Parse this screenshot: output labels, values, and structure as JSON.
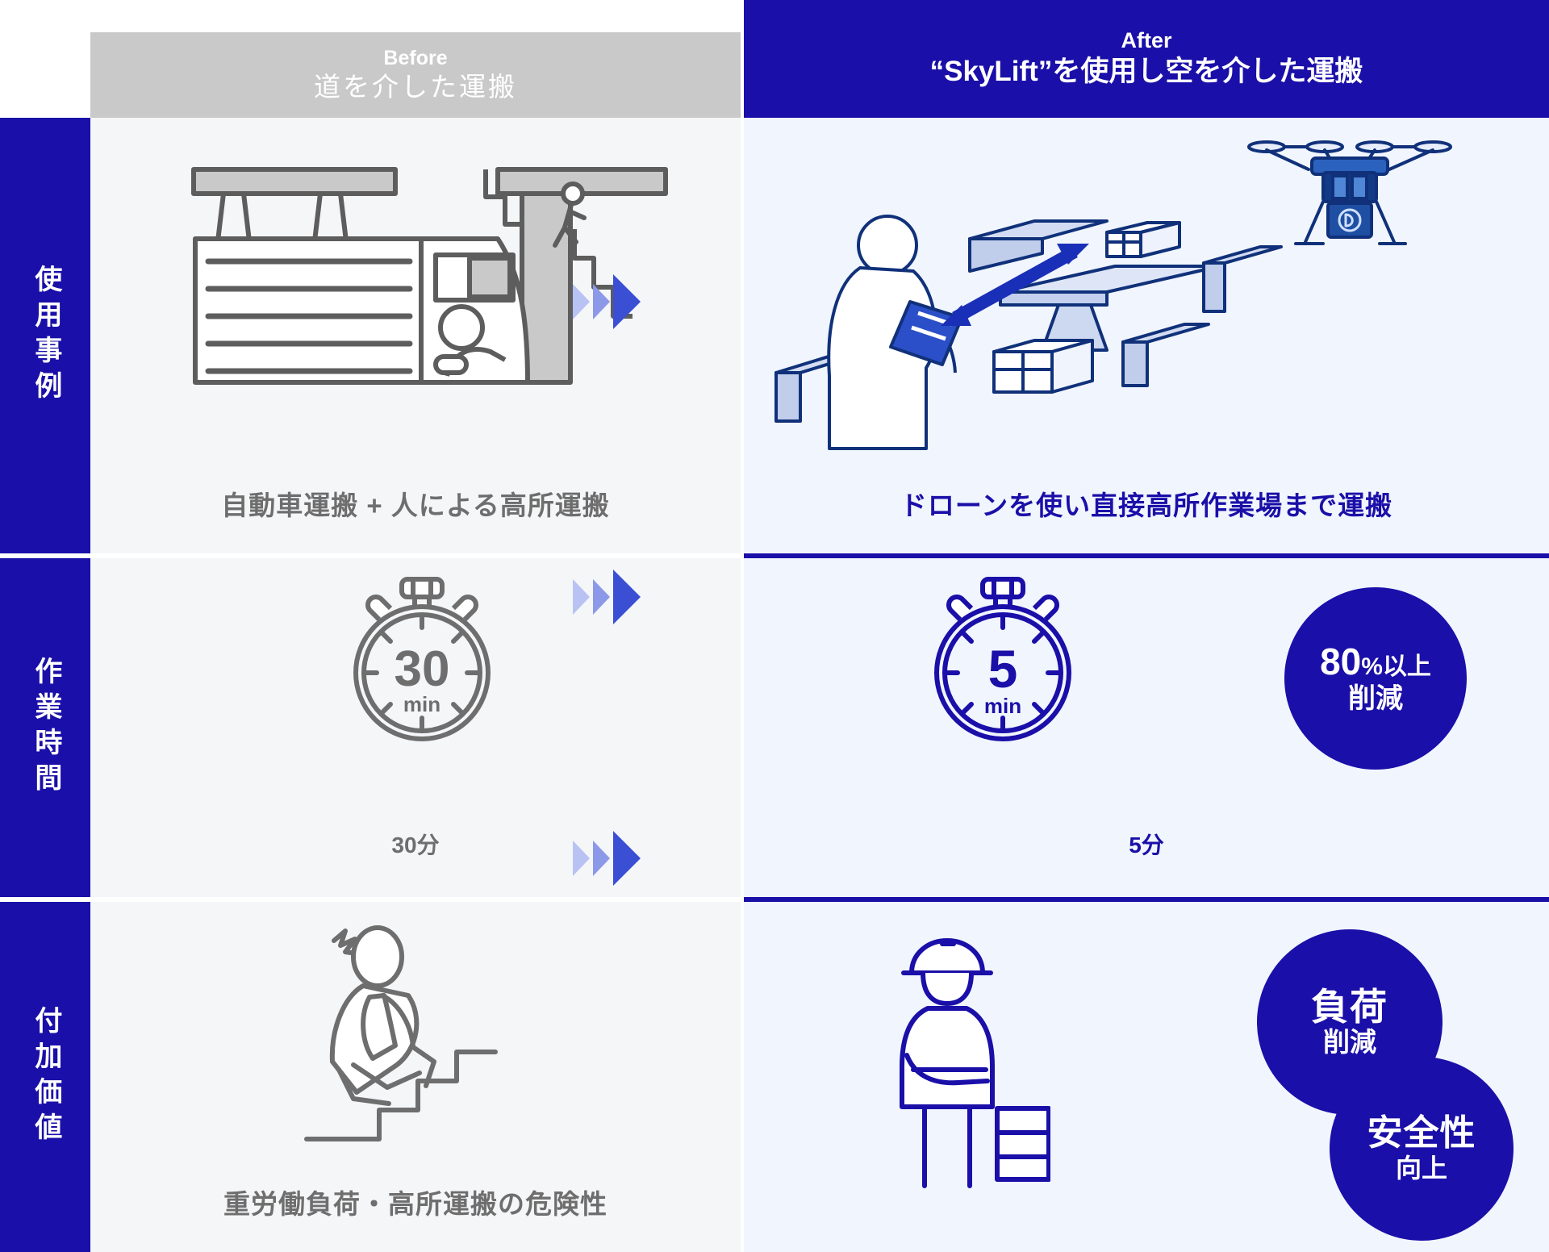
{
  "headers": {
    "before": {
      "label": "Before",
      "title": "道を介した運搬"
    },
    "after": {
      "label": "After",
      "title": "“SkyLift”を使用し空を介した運搬"
    }
  },
  "sidebar": {
    "items": [
      {
        "label": "使用事例"
      },
      {
        "label": "作業時間"
      },
      {
        "label": "付加価値"
      }
    ]
  },
  "rows": [
    {
      "key": "use-case",
      "before": {
        "caption": "自動車運搬 + 人による高所運搬"
      },
      "after": {
        "caption": "ドローンを使い直接高所作業場まで運搬"
      }
    },
    {
      "key": "work-time",
      "before": {
        "stopwatch_value": "30",
        "stopwatch_unit": "min",
        "caption": "30分"
      },
      "after": {
        "stopwatch_value": "5",
        "stopwatch_unit": "min",
        "caption": "5分",
        "badge": {
          "value": "80",
          "percent": "%",
          "suffix": "以上",
          "line2": "削減"
        }
      }
    },
    {
      "key": "added-value",
      "before": {
        "caption": "重労働負荷・高所運搬の危険性"
      },
      "after": {
        "badges": [
          {
            "line1": "負荷",
            "line2": "削減"
          },
          {
            "line1": "安全性",
            "line2": "向上"
          }
        ]
      }
    }
  ],
  "colors": {
    "brand_blue": "#1a0fa8",
    "before_header_gray": "#c9c9c9",
    "before_cell_bg": "#f5f6f8",
    "after_cell_bg": "#f1f5fe",
    "caption_gray": "#6e6e6e",
    "arrow_light": "#b8c2f3",
    "arrow_mid": "#8b99e8",
    "arrow_strong": "#3a4fd4",
    "drone_blue": "#1f4fa3"
  },
  "icons": {
    "arrow_group": "triangle-arrow-icon",
    "stopwatch": "stopwatch-icon",
    "truck": "truck-icon",
    "bridge": "bridge-icon",
    "stairs_worker": "worker-on-stairs-icon",
    "drone": "drone-icon",
    "worker_tablet": "worker-with-tablet-icon",
    "worker_helmet": "worker-with-helmet-icon",
    "package": "package-box-icon",
    "double_arrow": "double-headed-arrow-icon"
  }
}
